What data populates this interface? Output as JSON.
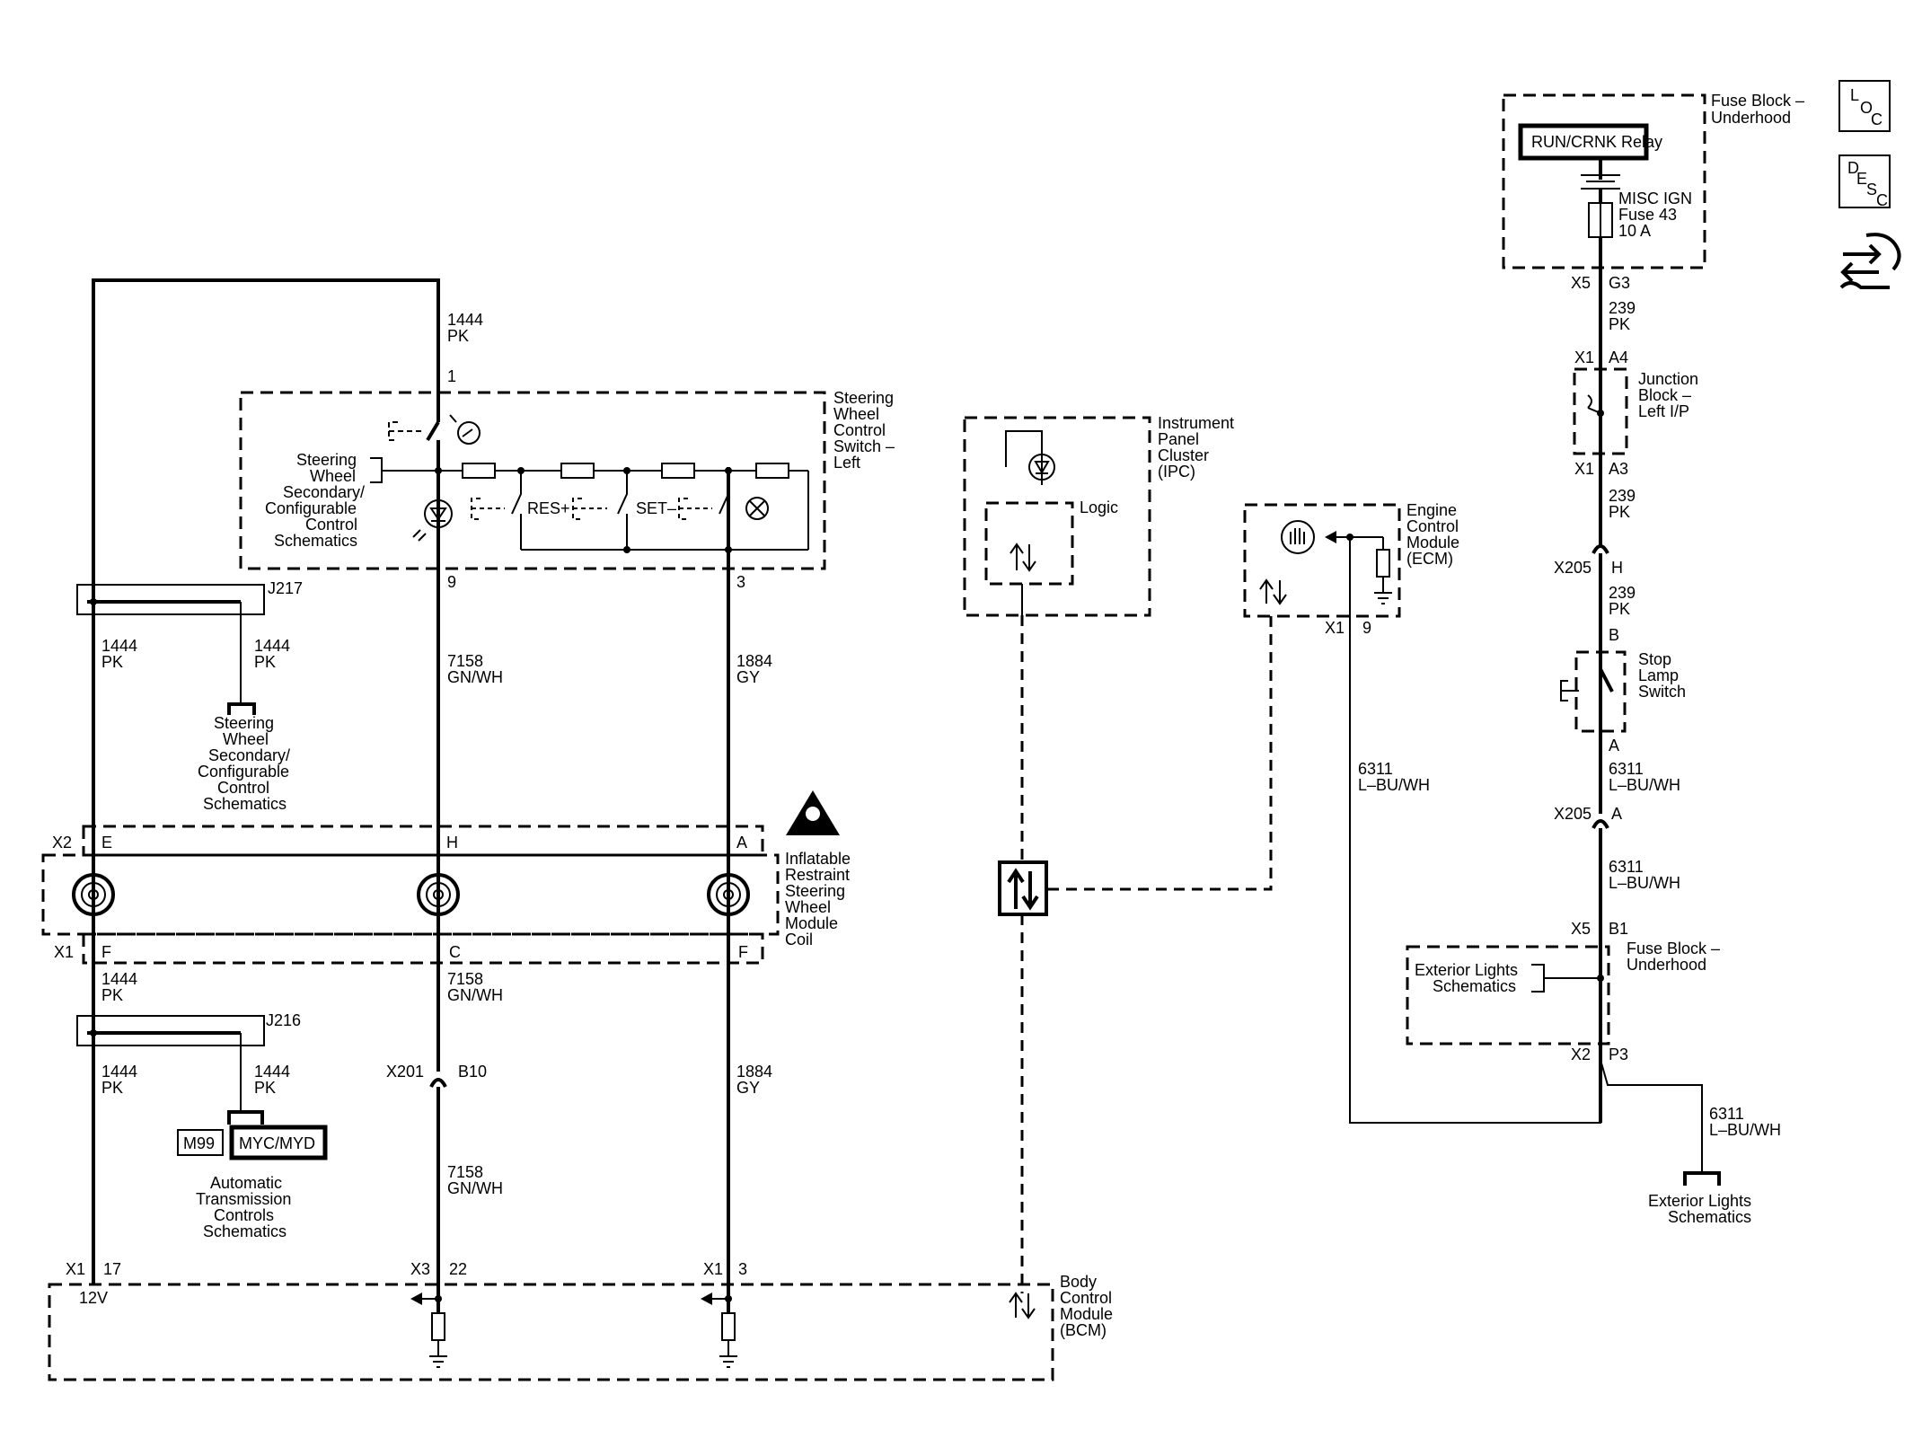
{
  "nav_icons": {
    "loc": [
      "L",
      "O",
      "C"
    ],
    "desc": [
      "D",
      "E",
      "S",
      "C"
    ]
  },
  "components": {
    "fuse_block_top": [
      "Fuse Block –",
      "Underhood"
    ],
    "run_crnk_relay": "RUN/CRNK Relay",
    "misc_ign_fuse": [
      "MISC IGN",
      "Fuse 43",
      "10 A"
    ],
    "junction_block": [
      "Junction",
      "Block –",
      "Left I/P"
    ],
    "stop_lamp_switch": [
      "Stop",
      "Lamp",
      "Switch"
    ],
    "fuse_block_bottom": [
      "Fuse Block –",
      "Underhood"
    ],
    "exterior_lights_inner": [
      "Exterior Lights",
      "Schematics"
    ],
    "exterior_lights_outer": [
      "Exterior Lights",
      "Schematics"
    ],
    "steering_wheel_switch": [
      "Steering",
      "Wheel",
      "Control",
      "Switch –",
      "Left"
    ],
    "sw_secondary_top": [
      "Steering",
      "Wheel",
      "Secondary/",
      "Configurable",
      "Control",
      "Schematics"
    ],
    "sw_secondary_mid": [
      "Steering",
      "Wheel",
      "Secondary/",
      "Configurable",
      "Control",
      "Schematics"
    ],
    "res_label": "RES+",
    "set_label": "SET–",
    "ipc": [
      "Instrument",
      "Panel",
      "Cluster",
      "(IPC)"
    ],
    "logic_label": "Logic",
    "ecm": [
      "Engine",
      "Control",
      "Module",
      "(ECM)"
    ],
    "inflatable_coil": [
      "Inflatable",
      "Restraint",
      "Steering",
      "Wheel",
      "Module",
      "Coil"
    ],
    "bcm": [
      "Body",
      "Control",
      "Module",
      "(BCM)"
    ],
    "bcm_voltage": "12V",
    "m99": "M99",
    "myc_myd": "MYC/MYD",
    "auto_trans": [
      "Automatic",
      "Transmission",
      "Controls",
      "Schematics"
    ],
    "j217": "J217",
    "j216": "J216"
  },
  "connectors": {
    "x5_top": "X5",
    "g3": "G3",
    "x1_a4": "X1",
    "a4": "A4",
    "x1_a3": "X1",
    "a3": "A3",
    "x205_h": "X205",
    "h_pin": "H",
    "b_pin": "B",
    "a_pin": "A",
    "x205_a": "X205",
    "a_pin2": "A",
    "x5_b1": "X5",
    "b1": "B1",
    "x2_p3": "X2",
    "p3": "P3",
    "ecm_x1": "X1",
    "ecm_pin9": "9",
    "sw_pin1": "1",
    "sw_pin9": "9",
    "sw_pin3": "3",
    "x2_coil": "X2",
    "coil_e": "E",
    "coil_h": "H",
    "coil_a": "A",
    "x1_coil": "X1",
    "coil_f": "F",
    "coil_c": "C",
    "coil_f2": "F",
    "x201": "X201",
    "b10": "B10",
    "bcm_x1": "X1",
    "bcm_17": "17",
    "bcm_x3": "X3",
    "bcm_22": "22",
    "bcm_x1b": "X1",
    "bcm_3": "3"
  },
  "wires": {
    "w239_1": [
      "239",
      "PK"
    ],
    "w239_2": [
      "239",
      "PK"
    ],
    "w239_3": [
      "239",
      "PK"
    ],
    "w6311_1": [
      "6311",
      "L–BU/WH"
    ],
    "w6311_2": [
      "6311",
      "L–BU/WH"
    ],
    "w6311_ecm": [
      "6311",
      "L–BU/WH"
    ],
    "w6311_ext": [
      "6311",
      "L–BU/WH"
    ],
    "w1444_top": [
      "1444",
      "PK"
    ],
    "w1444_a": [
      "1444",
      "PK"
    ],
    "w1444_b": [
      "1444",
      "PK"
    ],
    "w1444_c": [
      "1444",
      "PK"
    ],
    "w1444_d": [
      "1444",
      "PK"
    ],
    "w1444_e": [
      "1444",
      "PK"
    ],
    "w7158_a": [
      "7158",
      "GN/WH"
    ],
    "w7158_b": [
      "7158",
      "GN/WH"
    ],
    "w7158_c": [
      "7158",
      "GN/WH"
    ],
    "w1884_a": [
      "1884",
      "GY"
    ],
    "w1884_b": [
      "1884",
      "GY"
    ]
  }
}
